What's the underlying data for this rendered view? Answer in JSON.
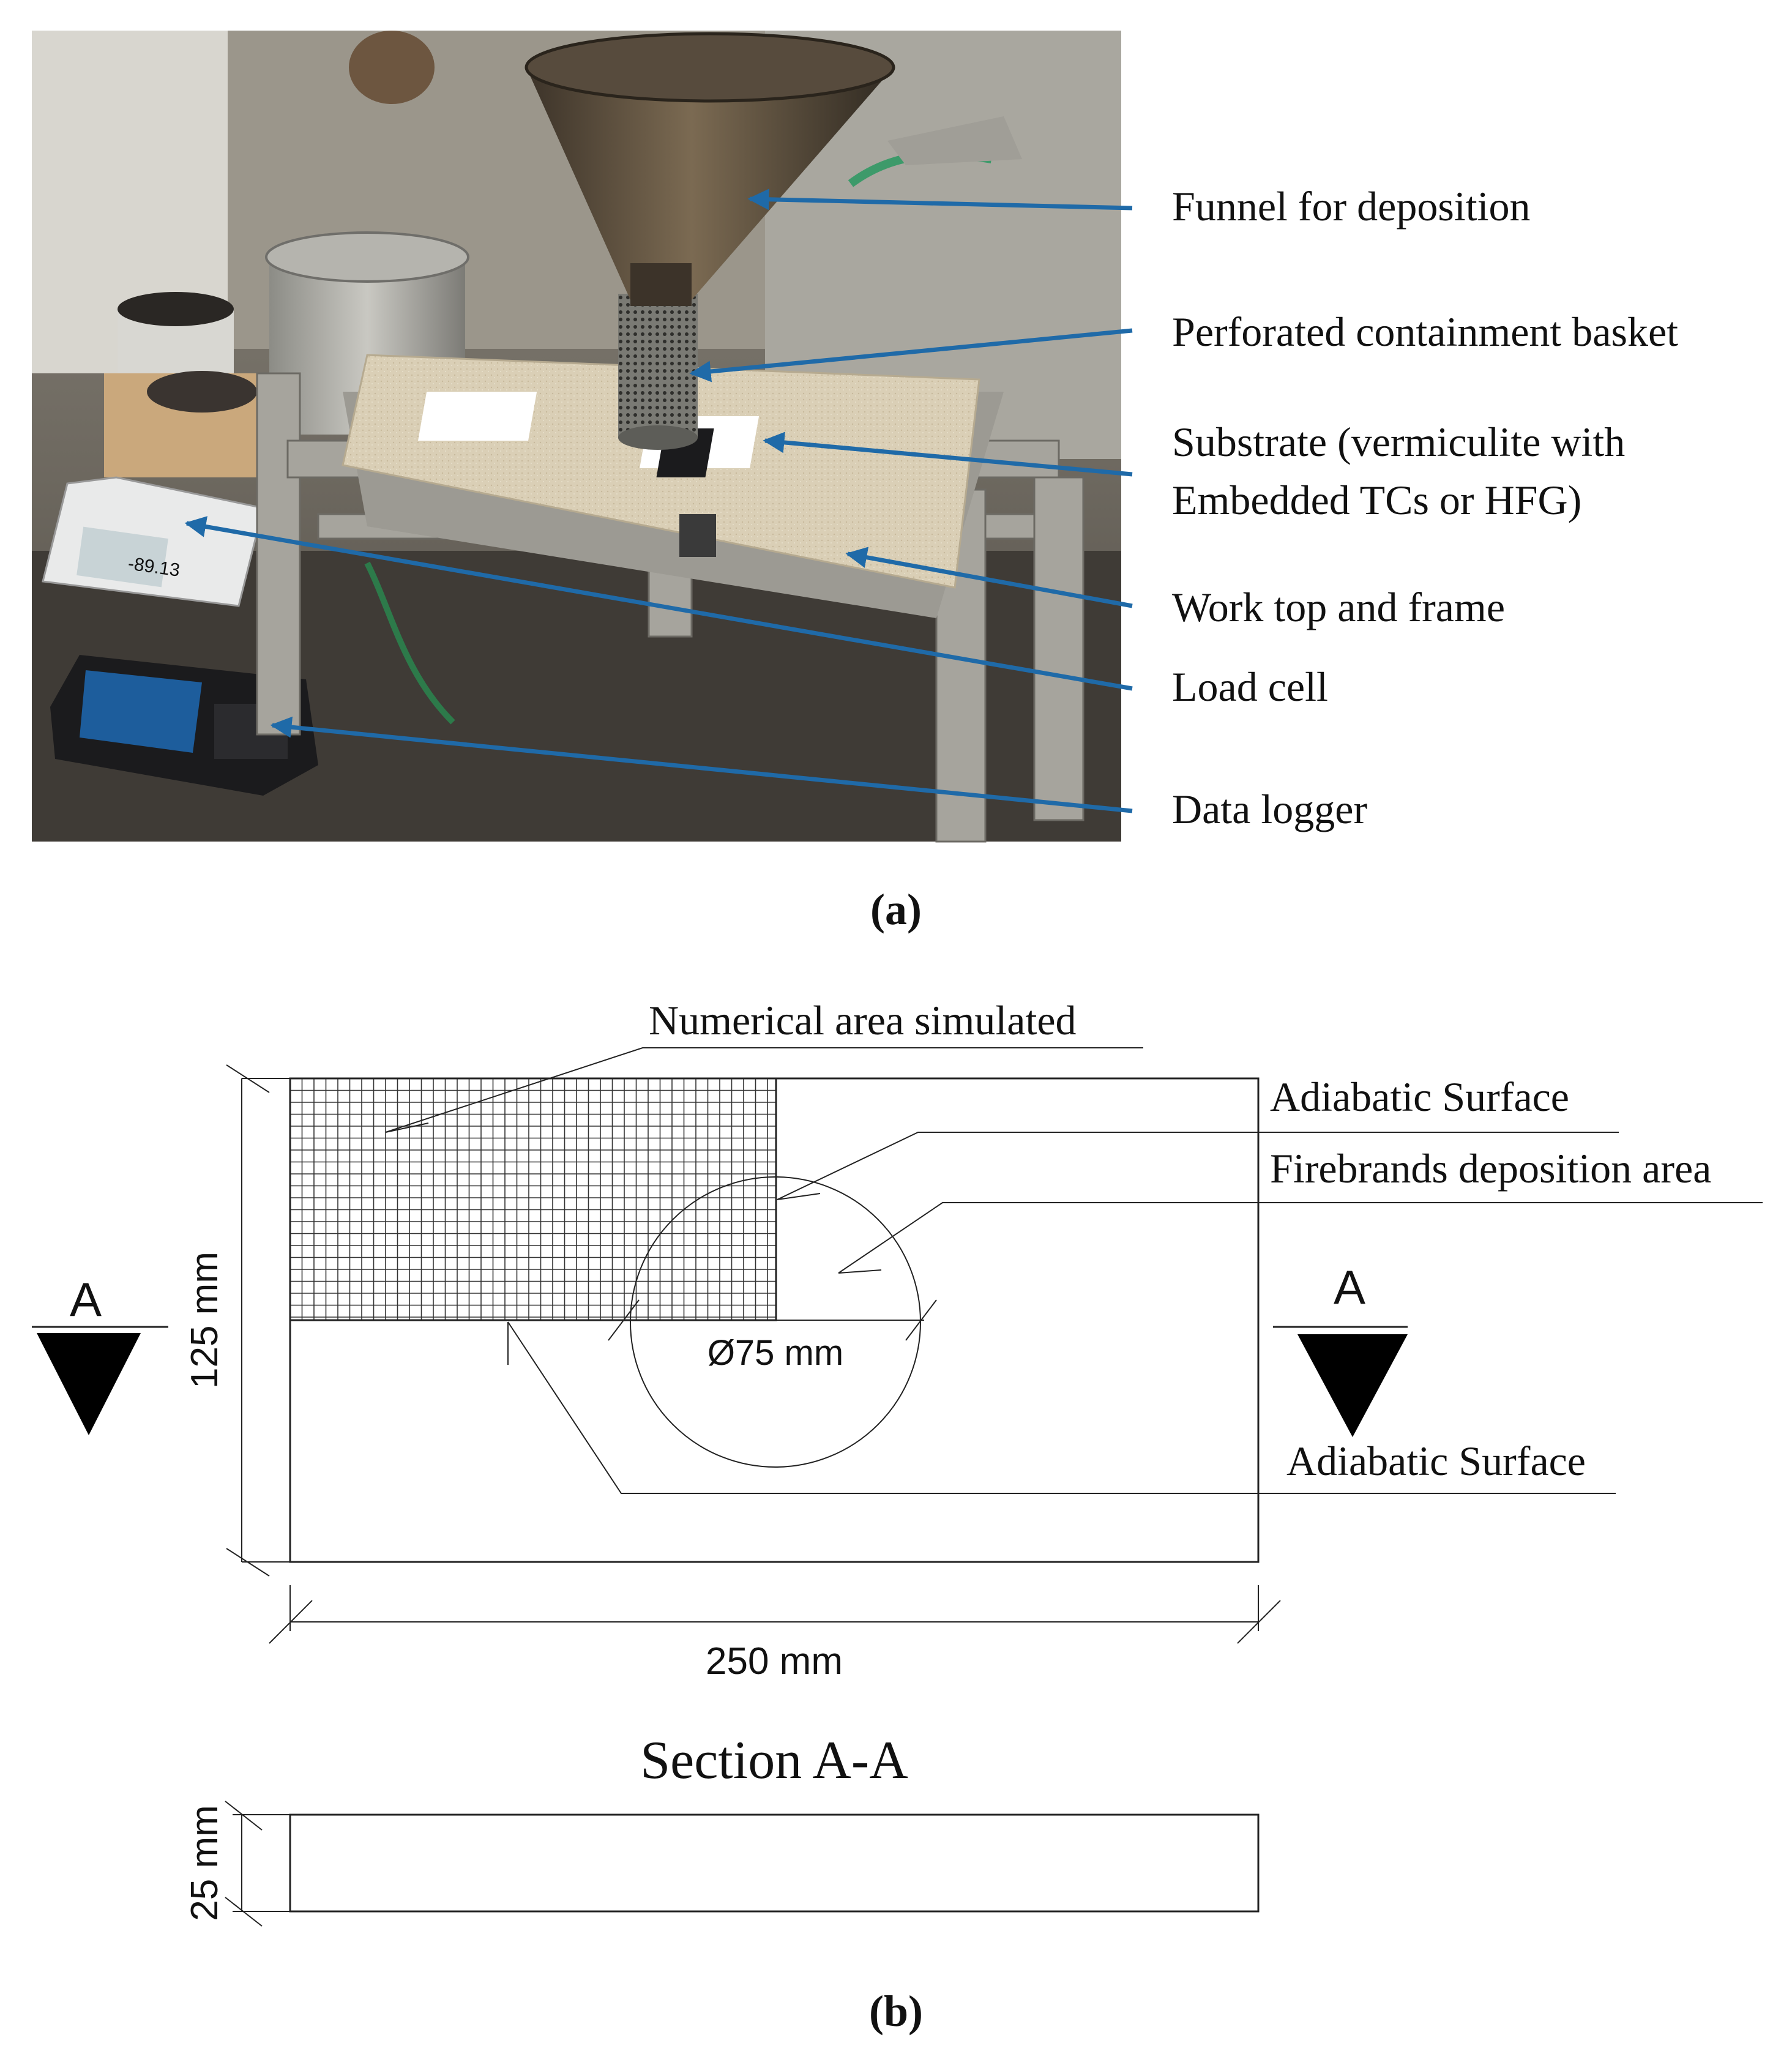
{
  "panel_a": {
    "callouts": [
      "Funnel for deposition",
      "Perforated containment basket",
      "Substrate (vermiculite with",
      "Embedded TCs or HFG)",
      "Work top and frame",
      "Load cell",
      "Data logger"
    ],
    "scale_readout": "-89.13",
    "caption": "(a)"
  },
  "panel_b": {
    "label_numerical_area": "Numerical area simulated",
    "label_adiabatic_top": "Adiabatic Surface",
    "label_deposition_area": "Firebrands deposition area",
    "label_adiabatic_bottom": "Adiabatic Surface",
    "section_marker_left": "A",
    "section_marker_right": "A",
    "dim_height": "125 mm",
    "dim_width": "250 mm",
    "dim_diameter": "Ø75 mm",
    "section_title": "Section A-A",
    "dim_thickness": "25 mm",
    "caption": "(b)"
  },
  "colors": {
    "arrow": "#1f6aa8",
    "photo_background": "#6f6a62",
    "vermiculite": "#d9cdb4"
  }
}
